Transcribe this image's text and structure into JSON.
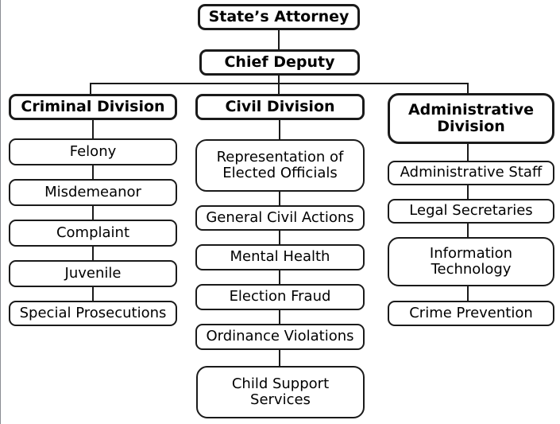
{
  "chart_data": {
    "type": "diagram",
    "title": "State's Attorney Office Organizational Chart",
    "orientation": "top-down",
    "root": "State's Attorney",
    "levels": [
      "State's Attorney",
      "Chief Deputy",
      "Divisions",
      "Units"
    ]
  },
  "nodes": {
    "states_attorney": {
      "label": "State’s Attorney"
    },
    "chief_deputy": {
      "label": "Chief Deputy"
    },
    "criminal_division": {
      "label": "Criminal Division"
    },
    "civil_division": {
      "label": "Civil Division"
    },
    "administrative_division": {
      "label": "Administrative\nDivision"
    }
  },
  "criminal_units": [
    {
      "label": "Felony"
    },
    {
      "label": "Misdemeanor"
    },
    {
      "label": "Complaint"
    },
    {
      "label": "Juvenile"
    },
    {
      "label": "Special Prosecutions"
    }
  ],
  "civil_units": [
    {
      "label": "Representation of\nElected Officials"
    },
    {
      "label": "General Civil Actions"
    },
    {
      "label": "Mental Health"
    },
    {
      "label": "Election Fraud"
    },
    {
      "label": "Ordinance Violations"
    },
    {
      "label": "Child Support\nServices"
    }
  ],
  "administrative_units": [
    {
      "label": "Administrative Staff"
    },
    {
      "label": "Legal Secretaries"
    },
    {
      "label": "Information\nTechnology"
    },
    {
      "label": "Crime Prevention"
    }
  ],
  "colors": {
    "background": "#ffffff",
    "box_fill": "#ffffff",
    "box_border": "#1a1a1a",
    "connector": "#1a1a1a",
    "text": "#000000"
  }
}
